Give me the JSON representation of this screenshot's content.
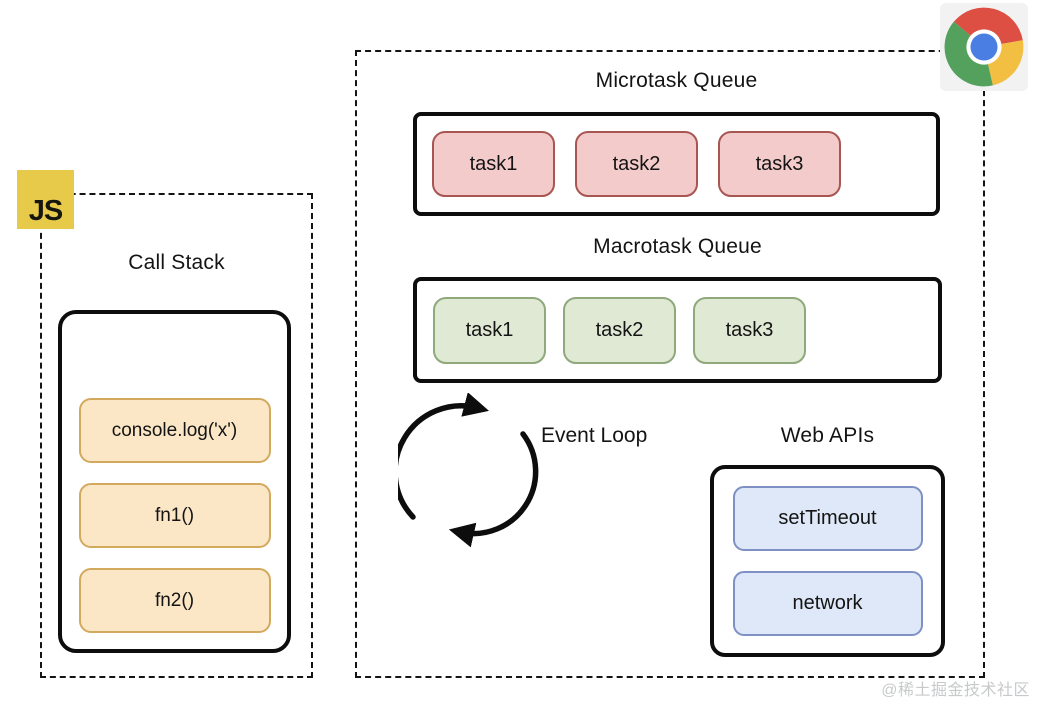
{
  "watermark": "@稀土掘金技术社区",
  "js_runtime": {
    "logo_text": "JS",
    "call_stack": {
      "title": "Call Stack",
      "frames": [
        "console.log('x')",
        "fn1()",
        "fn2()"
      ]
    }
  },
  "browser": {
    "microtask_queue": {
      "title": "Microtask Queue",
      "tasks": [
        "task1",
        "task2",
        "task3"
      ]
    },
    "macrotask_queue": {
      "title": "Macrotask Queue",
      "tasks": [
        "task1",
        "task2",
        "task3"
      ]
    },
    "event_loop": {
      "label": "Event Loop"
    },
    "web_apis": {
      "title": "Web APIs",
      "items": [
        "setTimeout",
        "network"
      ]
    }
  },
  "icons": {
    "js_logo": "js-logo",
    "chrome": "chrome-logo",
    "event_loop_arrows": "cycle-arrows-icon"
  },
  "colors": {
    "stack_frame_fill": "#fbe7c6",
    "stack_frame_border": "#d3a95e",
    "microtask_fill": "#f3cbca",
    "microtask_border": "#a85651",
    "macrotask_fill": "#dfe9d4",
    "macrotask_border": "#8fa87c",
    "webapi_fill": "#dee8f8",
    "webapi_border": "#7f90c4",
    "js_logo_bg": "#e8ca4b",
    "chrome_red": "#dd4f43",
    "chrome_green": "#53a15c",
    "chrome_yellow": "#f2bf42",
    "chrome_blue": "#4a7ee3",
    "outline": "#0d0d0d"
  }
}
